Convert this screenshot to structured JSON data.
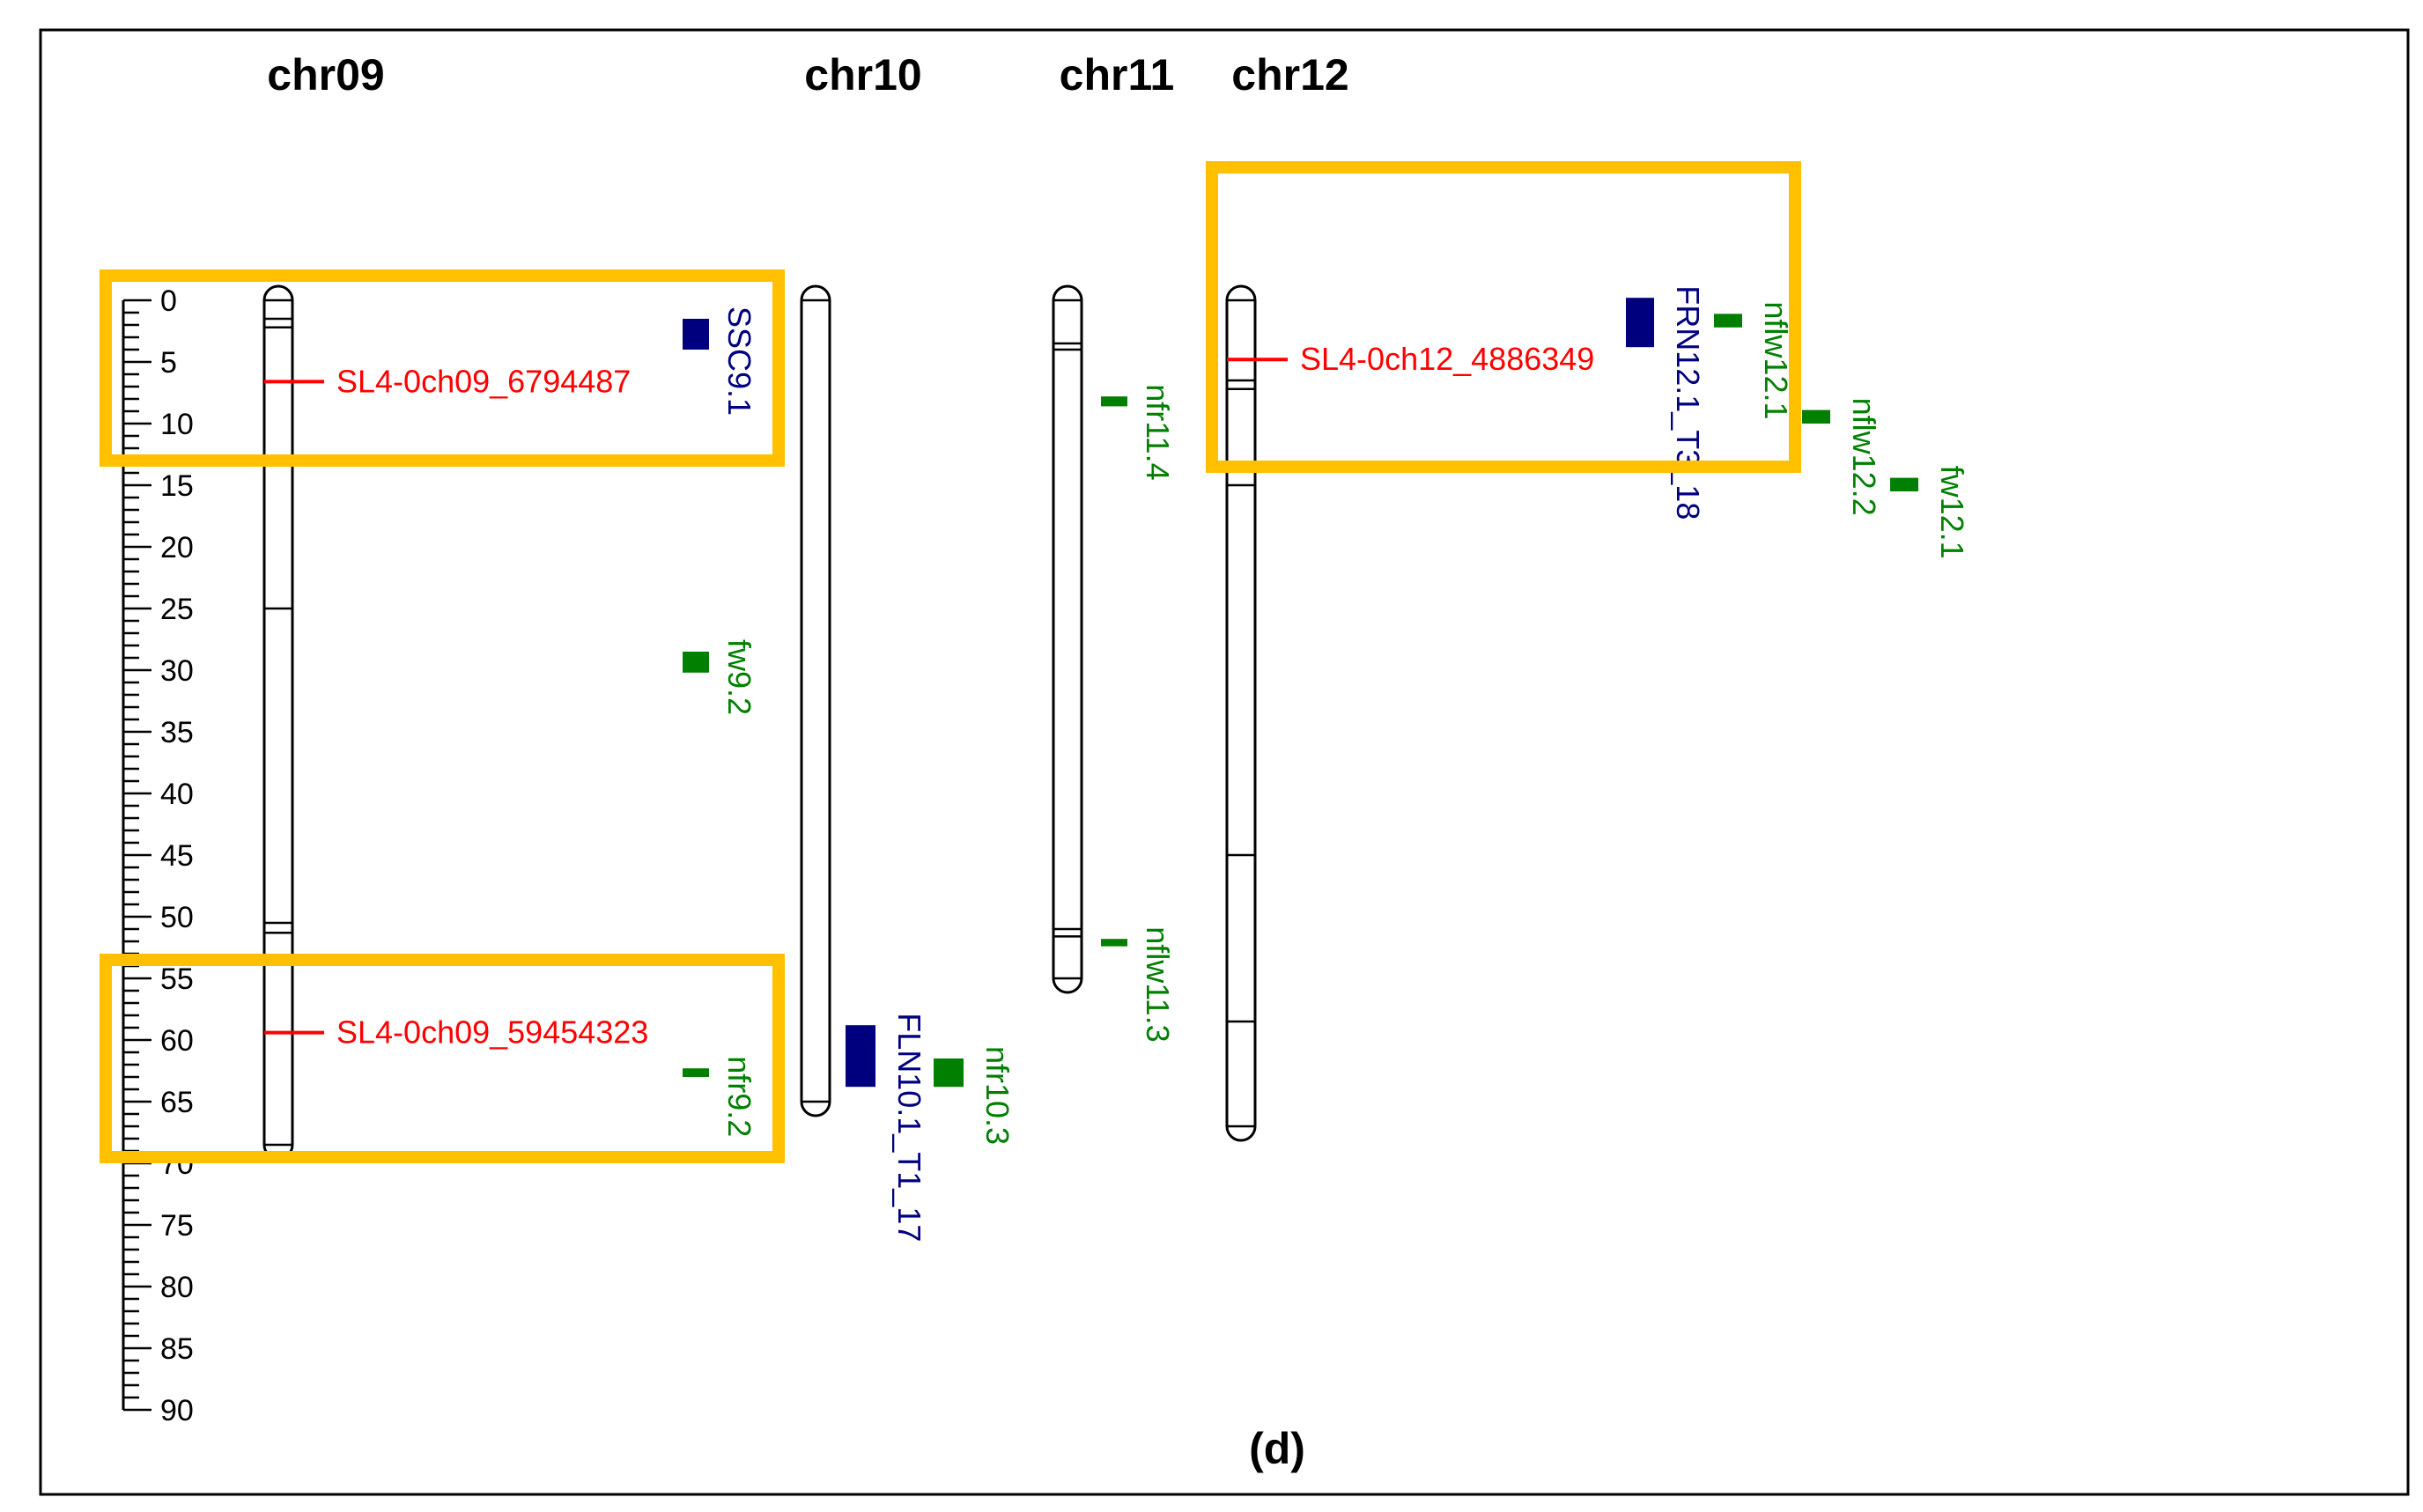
{
  "panel_label": "(d)",
  "colors": {
    "marker": "#ff0000",
    "qtl_blue": "#00007f",
    "qtl_green": "#007f00",
    "highlight": "#ffc000",
    "outline": "#000000"
  },
  "scale": {
    "min": 0,
    "max": 90,
    "labels": [
      "0",
      "5",
      "10",
      "15",
      "20",
      "25",
      "30",
      "35",
      "40",
      "45",
      "50",
      "55",
      "60",
      "65",
      "70",
      "75",
      "80",
      "85",
      "90"
    ]
  },
  "chromosomes": [
    {
      "id": "chr09",
      "name": "chr09",
      "length": 68.5,
      "bands": [
        1.5,
        2.2,
        25,
        50.5,
        51.3
      ],
      "markers": [
        {
          "label": "SL4-0ch09_6794487",
          "pos": 6.6
        },
        {
          "label": "SL4-0ch09_59454323",
          "pos": 59.4
        }
      ],
      "qtls": [
        {
          "label": "SSC9.1",
          "start": 1.5,
          "end": 4.0,
          "color": "blue",
          "col": 0
        },
        {
          "label": "fw9.2",
          "start": 28.5,
          "end": 30.2,
          "color": "green",
          "col": 0
        },
        {
          "label": "nfr9.2",
          "start": 62.3,
          "end": 63.0,
          "color": "green",
          "col": 0
        }
      ]
    },
    {
      "id": "chr10",
      "name": "chr10",
      "length": 65,
      "bands": [],
      "markers": [],
      "qtls": [
        {
          "label": "FLN10.1_T1_17",
          "start": 58.8,
          "end": 63.8,
          "color": "blue",
          "col": 0
        },
        {
          "label": "nfr10.3",
          "start": 61.5,
          "end": 63.8,
          "color": "green",
          "col": 1
        }
      ]
    },
    {
      "id": "chr11",
      "name": "chr11",
      "length": 55,
      "bands": [
        3.5,
        4.0,
        51.0,
        51.6
      ],
      "markers": [],
      "qtls": [
        {
          "label": "nfr11.4",
          "start": 7.8,
          "end": 8.6,
          "color": "green",
          "col": 0
        },
        {
          "label": "nflw11.3",
          "start": 51.8,
          "end": 52.4,
          "color": "green",
          "col": 0
        }
      ]
    },
    {
      "id": "chr12",
      "name": "chr12",
      "length": 67,
      "bands": [
        6.5,
        7.2,
        15,
        45,
        58.5
      ],
      "markers": [
        {
          "label": "SL4-0ch12_4886349",
          "pos": 4.8
        }
      ],
      "qtls": [
        {
          "label": "FRN12.1_T3_18",
          "start": -0.2,
          "end": 3.8,
          "color": "blue",
          "col": 0
        },
        {
          "label": "nflw12.1",
          "start": 1.1,
          "end": 2.2,
          "color": "green",
          "col": 1
        },
        {
          "label": "nflw12.2",
          "start": 8.9,
          "end": 10.0,
          "color": "green",
          "col": 2
        },
        {
          "label": "fw12.1",
          "start": 14.4,
          "end": 15.5,
          "color": "green",
          "col": 3
        }
      ]
    }
  ],
  "highlight_boxes": [
    {
      "id": "chr09-top",
      "chromosome": "chr09",
      "from": -2,
      "to": 13
    },
    {
      "id": "chr09-bottom",
      "chromosome": "chr09",
      "from": 53.5,
      "to": 69.5
    },
    {
      "id": "chr12-top",
      "chromosome": "chr12",
      "from": -10,
      "to": 13.5
    }
  ]
}
